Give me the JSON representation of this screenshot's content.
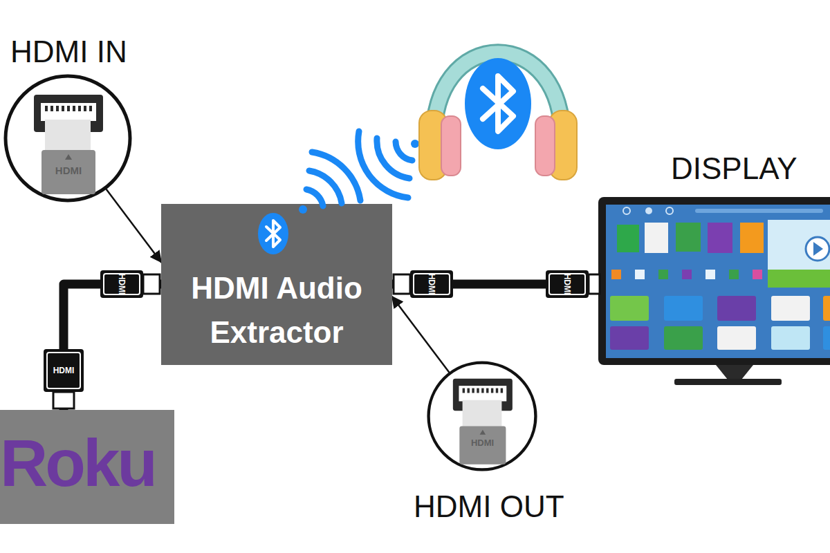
{
  "diagram": {
    "nodes": [
      {
        "text": [
          "HDMI IN",
          "HDMI"
        ]
      },
      {
        "text": [
          "HDMI Audio Extractor"
        ]
      },
      {
        "text": [
          "DISPLAY"
        ]
      },
      {
        "text": [
          "HDMI",
          "HDMI OUT"
        ]
      },
      {
        "text": [
          "Roku"
        ]
      }
    ],
    "edges": [
      {
        "from": 0,
        "to": 1,
        "arrow": "to"
      },
      {
        "from": 4,
        "to": 1,
        "arrow": "none"
      },
      {
        "from": 1,
        "to": 2,
        "arrow": "none"
      },
      {
        "from": 3,
        "to": 1,
        "arrow": "to"
      }
    ],
    "labels": [
      "HDMI",
      "HDMI",
      "HDMI",
      "HDMI"
    ]
  }
}
